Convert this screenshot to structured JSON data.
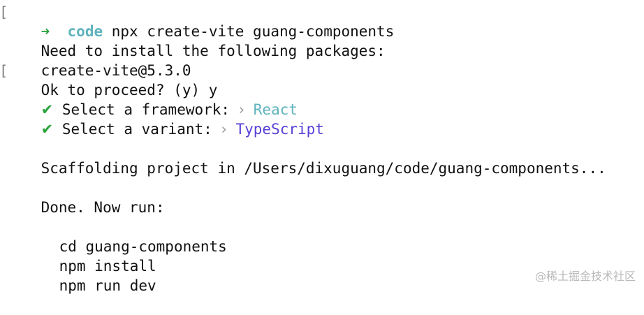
{
  "colors": {
    "prompt_arrow": "#2aa43b",
    "directory": "#5fb3bd",
    "checkmark": "#2aa43b",
    "chevron": "#9a9a9a",
    "framework_value": "#5fb3bd",
    "variant_value": "#5a3fd6",
    "text": "#111111",
    "watermark": "#b9b9b9"
  },
  "prompt": {
    "bracket": "[",
    "arrow": "➜",
    "directory": "code",
    "command": "npx create-vite guang-components"
  },
  "install": {
    "line1": "Need to install the following packages:",
    "package": "create-vite@5.3.0",
    "bracket": "[",
    "proceed": "Ok to proceed? (y) y"
  },
  "selections": [
    {
      "check": "✔",
      "label": "Select a framework:",
      "chevron": "›",
      "value": "React"
    },
    {
      "check": "✔",
      "label": "Select a variant:",
      "chevron": "›",
      "value": "TypeScript"
    }
  ],
  "scaffold": "Scaffolding project in /Users/dixuguang/code/guang-components...",
  "done": "Done. Now run:",
  "next_steps": [
    "cd guang-components",
    "npm install",
    "npm run dev"
  ],
  "watermark": "@稀土掘金技术社区"
}
